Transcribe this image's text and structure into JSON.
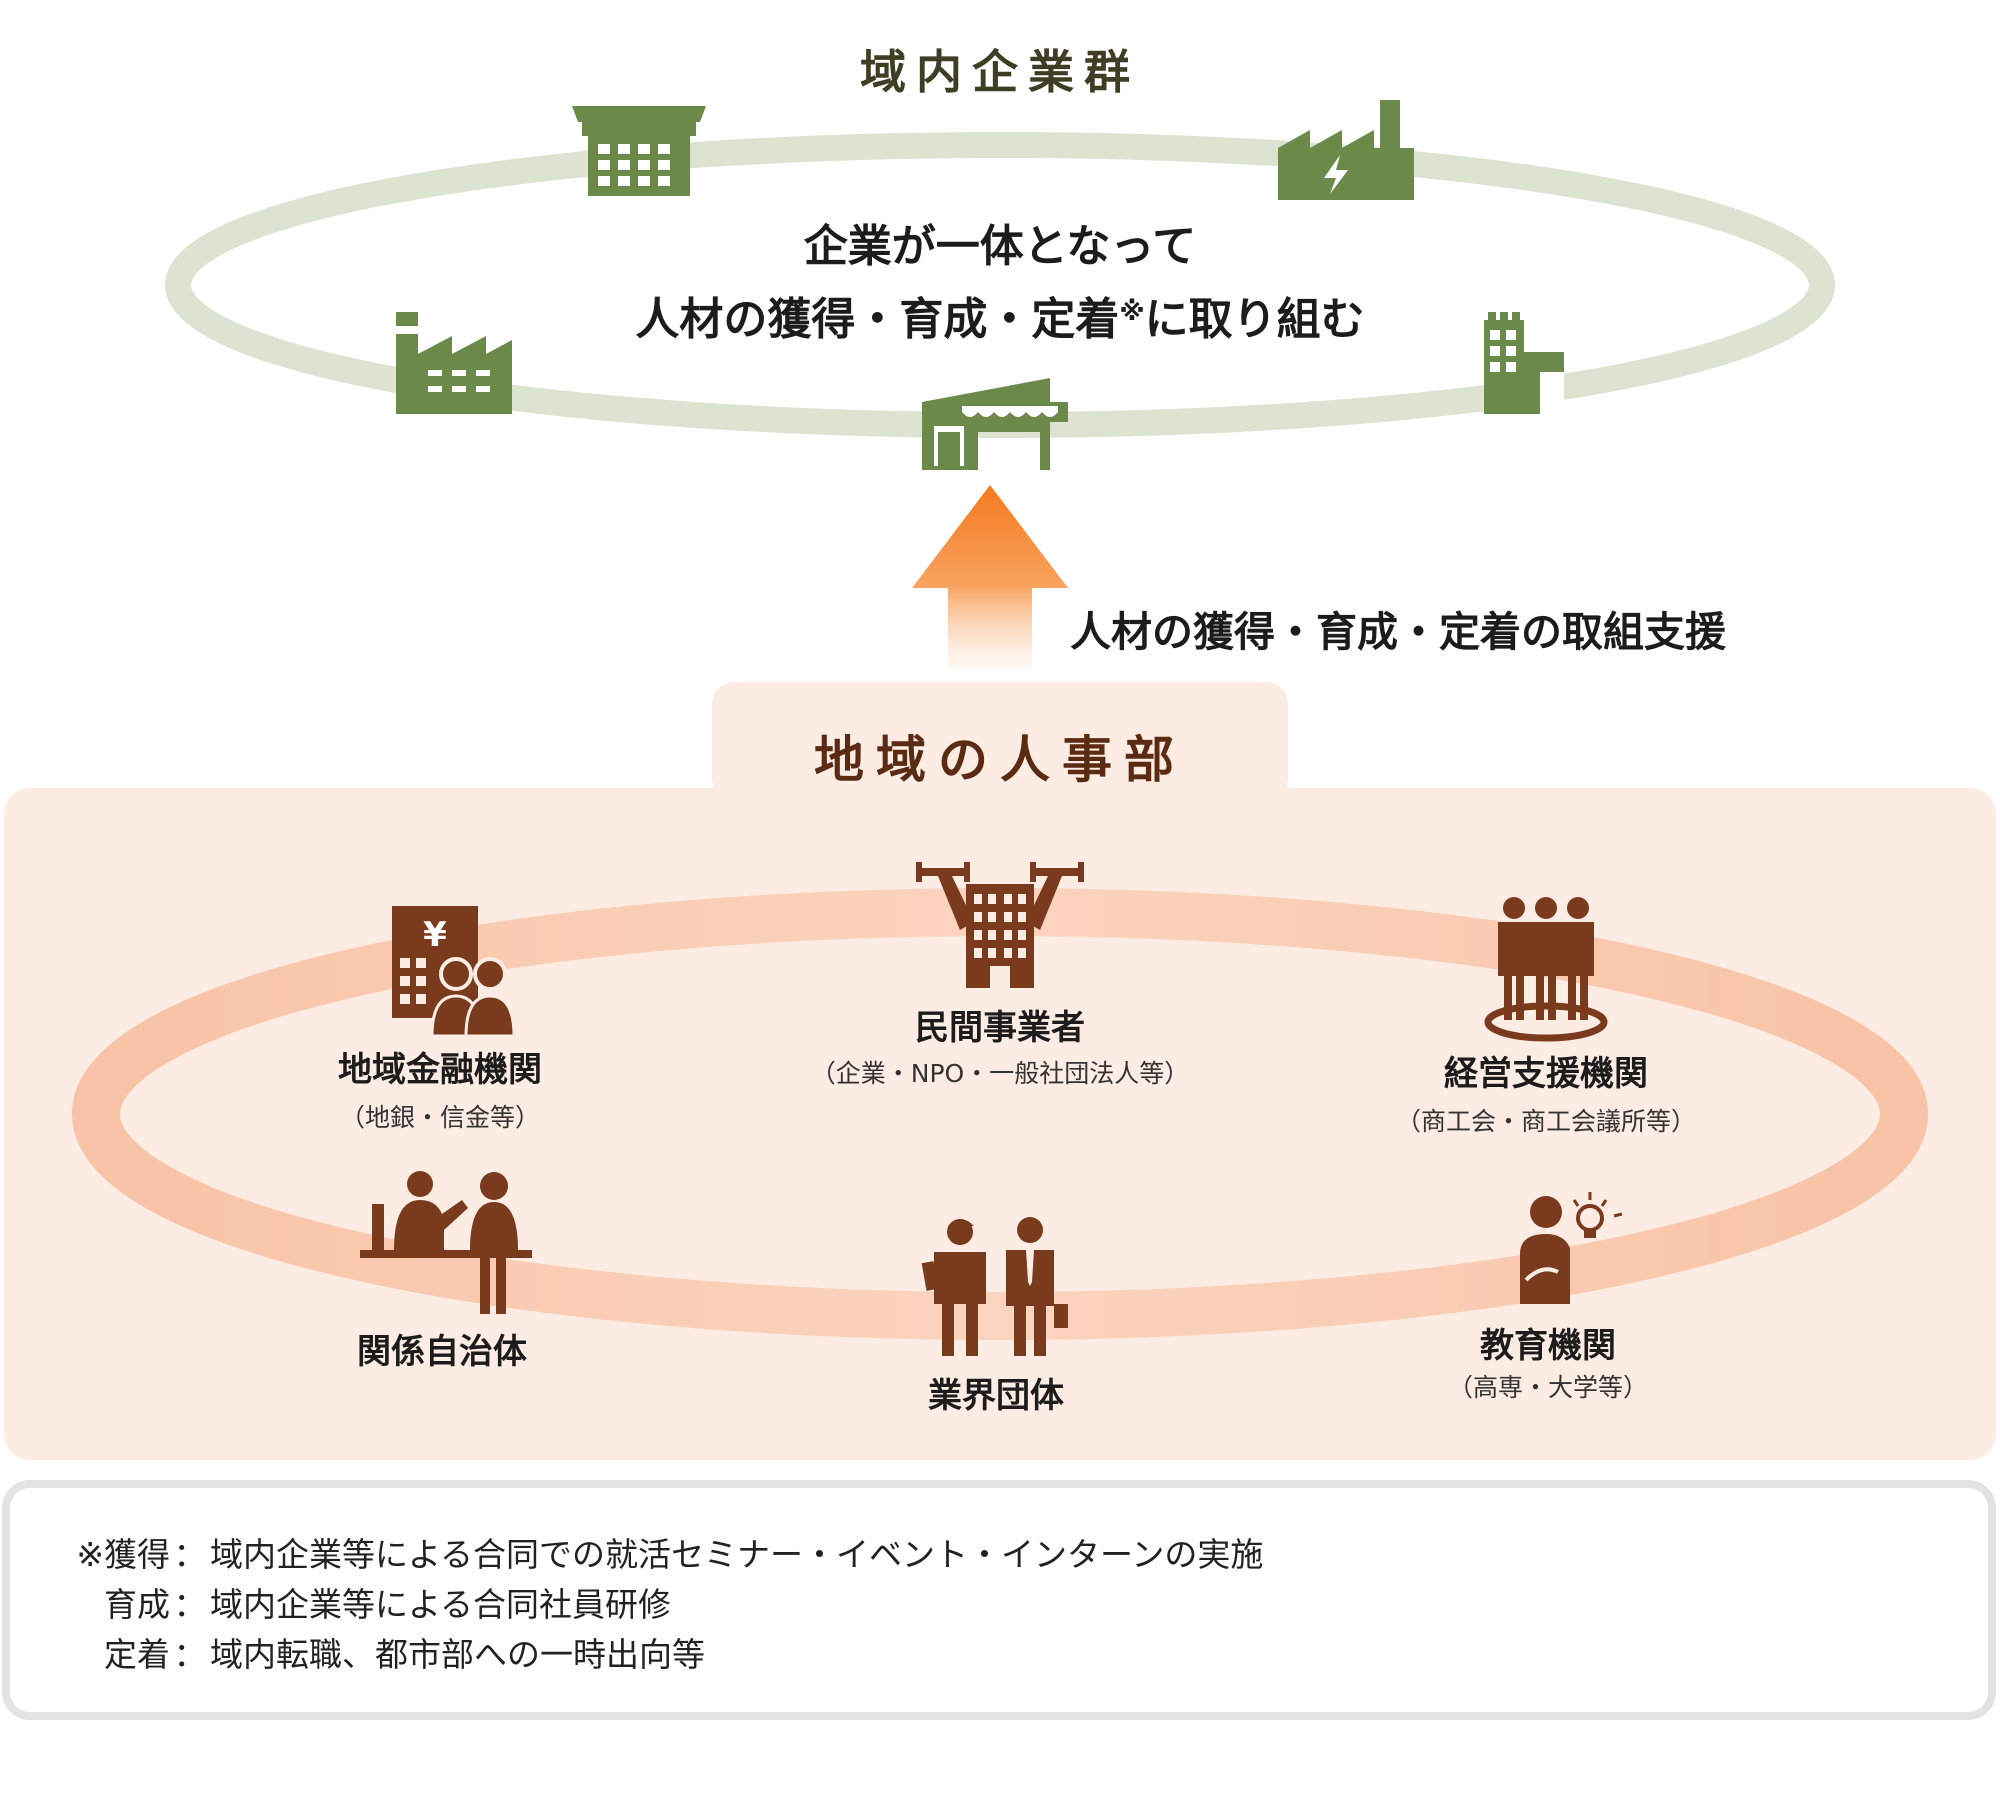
{
  "top": {
    "title": "域内企業群",
    "line1": "企業が一体となって",
    "line2_main": "人材の獲得・育成・定着",
    "line2_mark": "※",
    "line2_tail": "に取り組む",
    "icons": [
      "office-building-icon",
      "power-plant-icon",
      "factory-icon",
      "shop-icon",
      "apartment-building-icon"
    ]
  },
  "arrow": {
    "label": "人材の獲得・育成・定着の取組支援"
  },
  "bottom": {
    "title": "地域の人事部",
    "orgs": [
      {
        "name": "地域金融機関",
        "sub": "（地銀・信金等）",
        "icon": "bank-icon"
      },
      {
        "name": "民間事業者",
        "sub": "（企業・NPO・一般社団法人等）",
        "icon": "strong-company-icon"
      },
      {
        "name": "経営支援機関",
        "sub": "（商工会・商工会議所等）",
        "icon": "business-group-icon"
      },
      {
        "name": "関係自治体",
        "sub": "",
        "icon": "government-counter-icon"
      },
      {
        "name": "業界団体",
        "sub": "",
        "icon": "industry-workers-icon"
      },
      {
        "name": "教育機関",
        "sub": "（高専・大学等）",
        "icon": "student-idea-icon"
      }
    ]
  },
  "notes": [
    {
      "mark": "※",
      "term": "獲得",
      "colon": "：",
      "text": "域内企業等による合同での就活セミナー・イベント・インターンの実施"
    },
    {
      "mark": "",
      "term": "育成",
      "colon": "：",
      "text": "域内企業等による合同社員研修"
    },
    {
      "mark": "",
      "term": "定着",
      "colon": "：",
      "text": "域内転職、都市部への一時出向等"
    }
  ],
  "colors": {
    "green_ring": "#dce3d1",
    "green_icon": "#6b8a4a",
    "orange_bg": "#fdece3",
    "orange_ring": "#f9c9b0",
    "brown": "#7a3a1e",
    "arrow_top": "#f47a1f"
  }
}
